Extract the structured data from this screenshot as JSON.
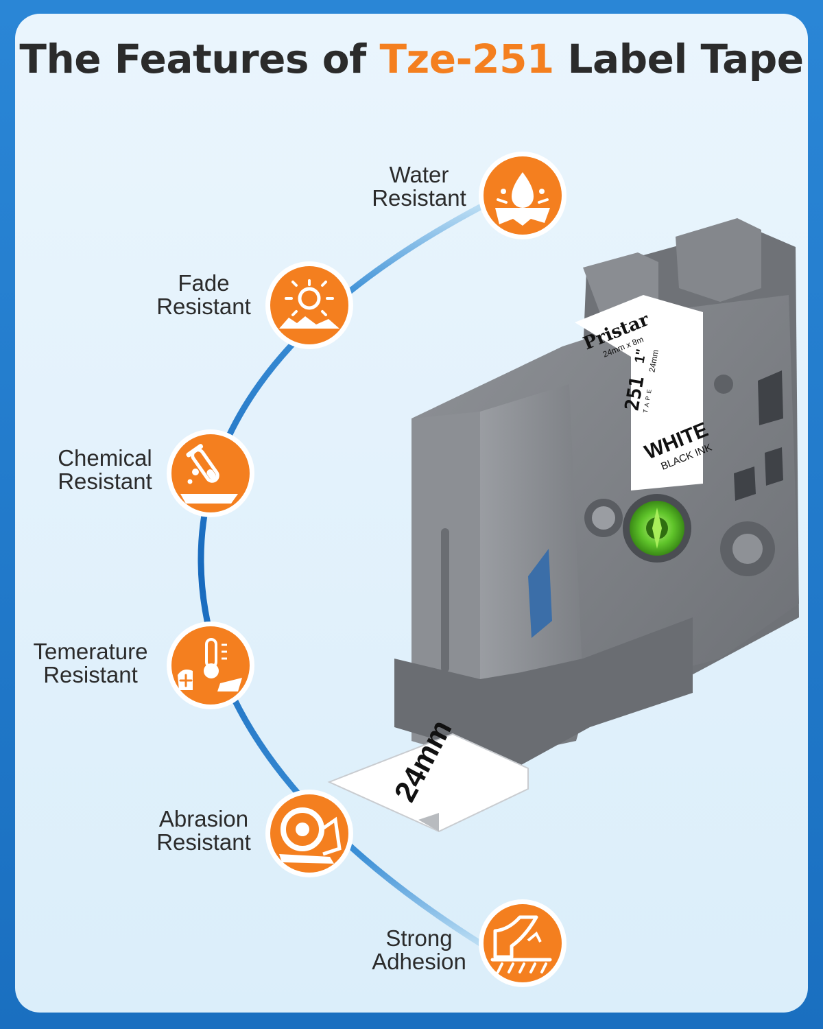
{
  "title": {
    "prefix": "The Features of ",
    "accent": "Tze-251",
    "suffix": " Label Tape"
  },
  "colors": {
    "accent": "#f47f1f",
    "frame": "#1a6fc0",
    "panel": "#e3f2fc",
    "arc": "#1f74c4",
    "text": "#2b2b2b"
  },
  "features": [
    {
      "line1": "Water",
      "line2": "Resistant",
      "icon": "water-drop-icon"
    },
    {
      "line1": "Fade",
      "line2": "Resistant",
      "icon": "sun-icon"
    },
    {
      "line1": "Chemical",
      "line2": "Resistant",
      "icon": "test-tube-icon"
    },
    {
      "line1": "Temerature",
      "line2": "Resistant",
      "icon": "thermometer-snowflake-icon"
    },
    {
      "line1": "Abrasion",
      "line2": "Resistant",
      "icon": "tape-roll-icon"
    },
    {
      "line1": "Strong",
      "line2": "Adhesion",
      "icon": "adhesive-tape-icon"
    }
  ],
  "cartridge": {
    "brand": "Pristar",
    "size": "24mm x 8m",
    "model": "251",
    "model_sub": "TAPE",
    "width_in": "1\"",
    "width_mm": "24mm",
    "color": "WHITE",
    "ink": "BLACK INK",
    "tape_text": "24mm"
  }
}
